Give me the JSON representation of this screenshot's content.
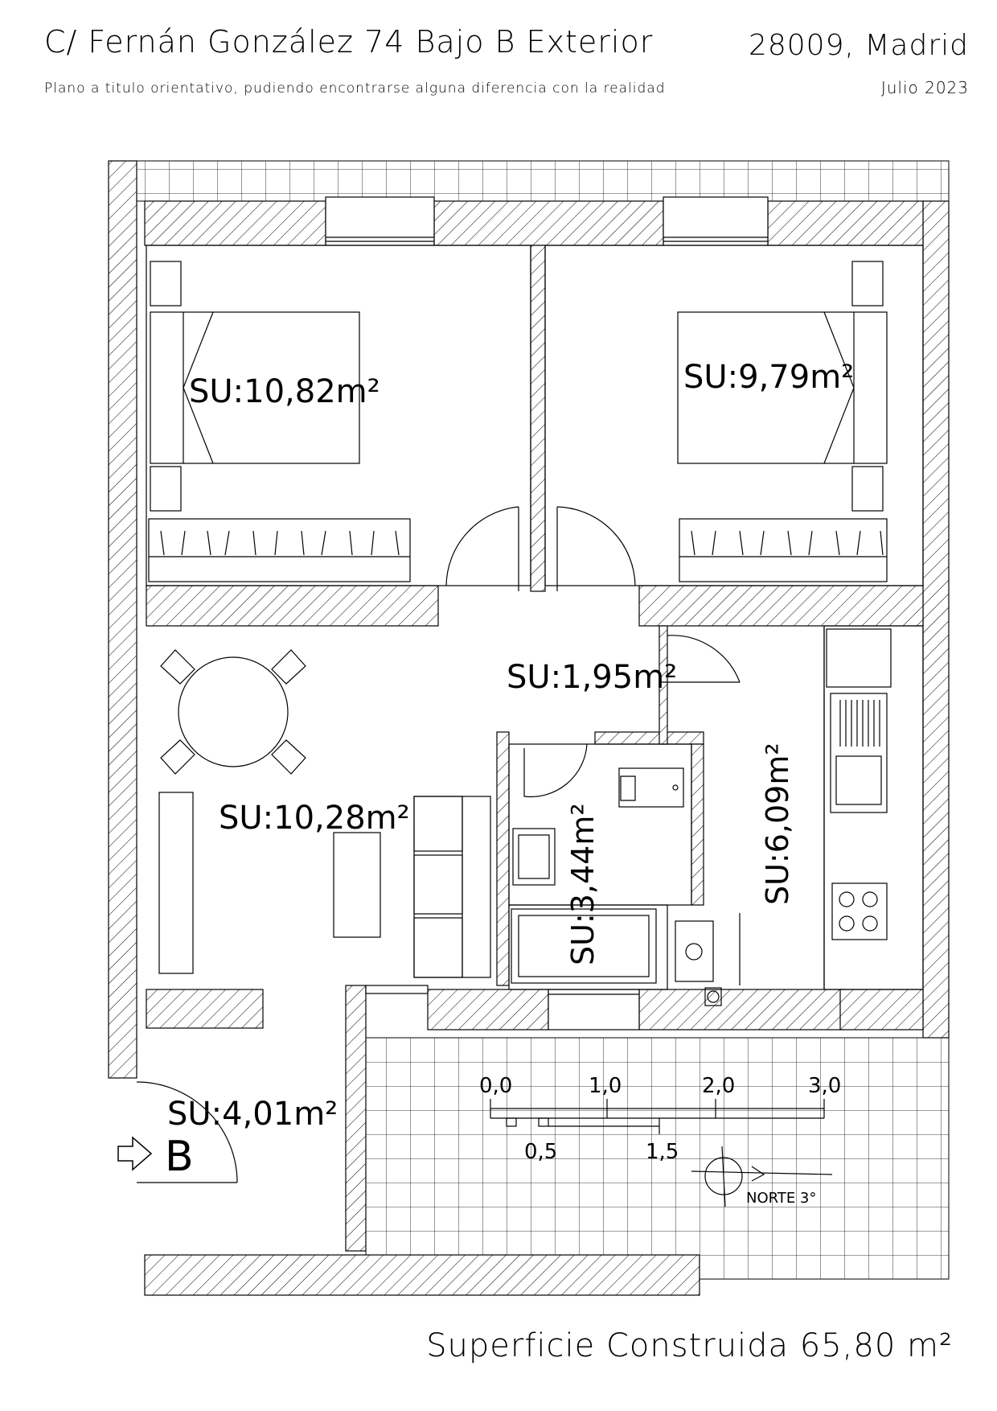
{
  "header": {
    "address": "C/  Fernán González 74 Bajo B Exterior",
    "city": "28009, Madrid",
    "disclaimer": "Plano a titulo orientativo, pudiendo encontrarse alguna diferencia con la realidad",
    "date": "Julio  2023"
  },
  "rooms": {
    "bedroom1": "SU:10,82m²",
    "bedroom2": "SU:9,79m²",
    "hallway": "SU:1,95m²",
    "living": "SU:10,28m²",
    "bathroom": "SU:3,44m²",
    "kitchen": "SU:6,09m²",
    "entrance": "SU:4,01m²"
  },
  "entrance_letter": "B",
  "scale": {
    "major": [
      "0,0",
      "1,0",
      "2,0",
      "3,0"
    ],
    "minor": [
      "0,5",
      "1,5"
    ]
  },
  "north": "NORTE 3°",
  "footer": {
    "built_area": "Superficie Construida 65,80 m²"
  }
}
